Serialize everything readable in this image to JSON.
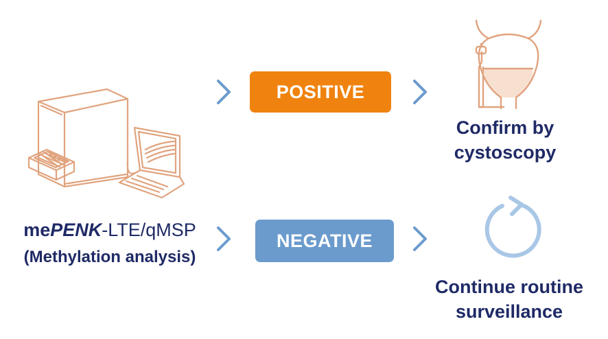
{
  "colors": {
    "positive": "#f0830f",
    "negative": "#6b9bcd",
    "chevron": "#6b9bcd",
    "outline": "#e0a37e",
    "text": "#1f2a66"
  },
  "assay": {
    "name_prefix": "me",
    "name_italic": "PENK",
    "name_suffix": "-LTE/qMSP",
    "subtitle": "(Methylation analysis)"
  },
  "positive": {
    "label": "POSITIVE",
    "outcome_line1": "Confirm by",
    "outcome_line2": "cystoscopy"
  },
  "negative": {
    "label": "NEGATIVE",
    "outcome_line1": "Continue routine",
    "outcome_line2": "surveillance"
  },
  "icons": {
    "instrument": "qpcr-instrument-icon",
    "laptop": "laptop-icon",
    "cystoscopy": "bladder-cystoscope-icon",
    "surveillance": "circular-arrow-icon",
    "chevron": "chevron-right-icon"
  }
}
